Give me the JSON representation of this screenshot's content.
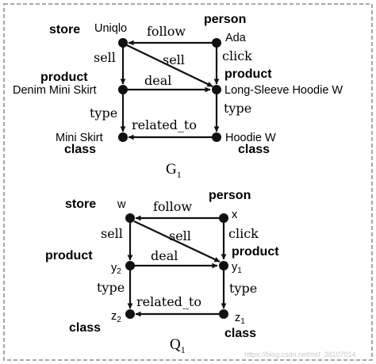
{
  "graphs": [
    {
      "caption": {
        "letter": "G",
        "sub": "1"
      },
      "nodes": [
        {
          "id": "store",
          "type": "store",
          "label": "Uniqlo"
        },
        {
          "id": "person",
          "type": "person",
          "label": "Ada"
        },
        {
          "id": "p1",
          "type": "product",
          "label": "Denim Mini Skirt"
        },
        {
          "id": "p2",
          "type": "product",
          "label": "Long-Sleeve Hoodie W"
        },
        {
          "id": "c1",
          "type": "class",
          "label": "Mini Skirt"
        },
        {
          "id": "c2",
          "type": "class",
          "label": "Hoodie W"
        }
      ],
      "edges": [
        {
          "from": "person",
          "to": "store",
          "label": "follow"
        },
        {
          "from": "store",
          "to": "p1",
          "label": "sell"
        },
        {
          "from": "store",
          "to": "p2",
          "label": "sell"
        },
        {
          "from": "person",
          "to": "p2",
          "label": "click"
        },
        {
          "from": "p1",
          "to": "p2",
          "label": "deal"
        },
        {
          "from": "p1",
          "to": "c1",
          "label": "type"
        },
        {
          "from": "p2",
          "to": "c2",
          "label": "type"
        },
        {
          "from": "c2",
          "to": "c1",
          "label": "related_to"
        }
      ]
    },
    {
      "caption": {
        "letter": "Q",
        "sub": "1"
      },
      "nodes": [
        {
          "id": "store",
          "type": "store",
          "label": "w",
          "sub": ""
        },
        {
          "id": "person",
          "type": "person",
          "label": "x",
          "sub": ""
        },
        {
          "id": "p1",
          "type": "product",
          "label": "y",
          "sub": "2"
        },
        {
          "id": "p2",
          "type": "product",
          "label": "y",
          "sub": "1"
        },
        {
          "id": "c1",
          "type": "class",
          "label": "z",
          "sub": "2"
        },
        {
          "id": "c2",
          "type": "class",
          "label": "z",
          "sub": "1"
        }
      ],
      "edges": [
        {
          "from": "person",
          "to": "store",
          "label": "follow"
        },
        {
          "from": "store",
          "to": "p1",
          "label": "sell"
        },
        {
          "from": "store",
          "to": "p2",
          "label": "sell"
        },
        {
          "from": "person",
          "to": "p2",
          "label": "click"
        },
        {
          "from": "p1",
          "to": "p2",
          "label": "deal"
        },
        {
          "from": "p1",
          "to": "c1",
          "label": "type"
        },
        {
          "from": "p2",
          "to": "c2",
          "label": "type"
        },
        {
          "from": "c2",
          "to": "c1",
          "label": "related_to"
        }
      ]
    }
  ],
  "watermark": "https://blog.csdn.net/m0_38107014"
}
